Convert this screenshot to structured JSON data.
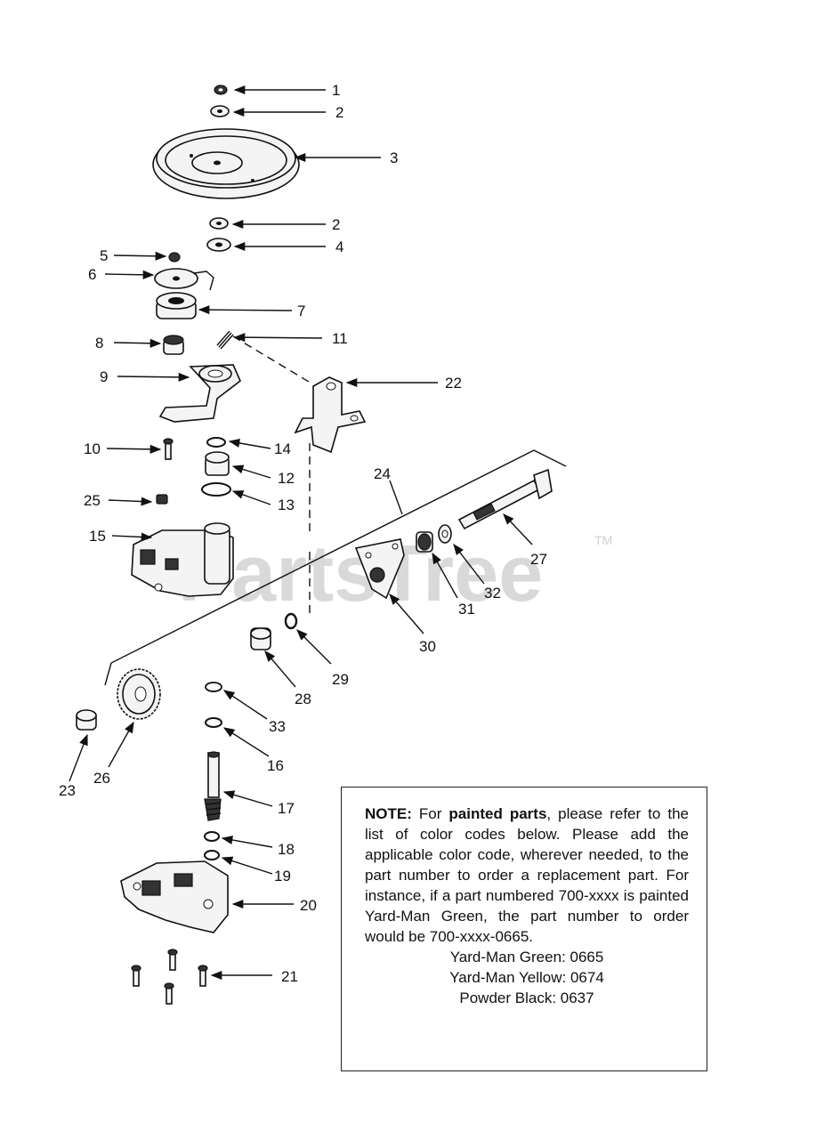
{
  "watermark": {
    "text": "PartsTree",
    "tm": "TM"
  },
  "callouts": [
    "1",
    "2",
    "3",
    "2",
    "4",
    "5",
    "6",
    "7",
    "11",
    "8",
    "9",
    "22",
    "10",
    "14",
    "12",
    "13",
    "24",
    "25",
    "15",
    "27",
    "32",
    "31",
    "30",
    "28",
    "29",
    "33",
    "23",
    "26",
    "16",
    "17",
    "18",
    "19",
    "20",
    "21"
  ],
  "note": {
    "label": "NOTE:",
    "t1": " For ",
    "bold": "painted parts",
    "t2": ", please refer to the list of color codes below.  Please add the applicable color code, wherever needed, to the part number to order a replacement part.  For instance, if a part numbered 700-xxxx is painted Yard-Man Green, the part number to order would be 700-xxxx-0665.",
    "codes": [
      "Yard-Man Green: 0665",
      "Yard-Man Yellow: 0674",
      "Powder Black: 0637"
    ]
  }
}
